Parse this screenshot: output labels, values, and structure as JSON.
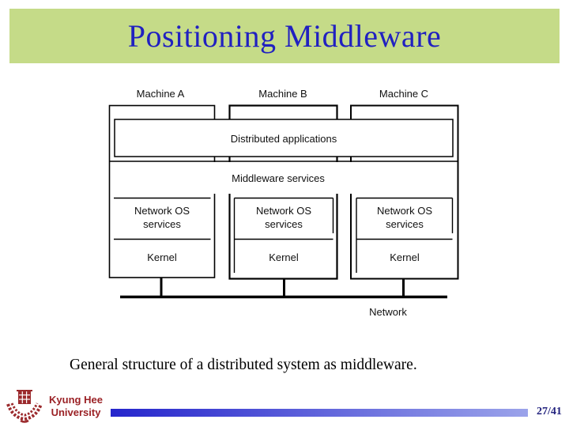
{
  "colors": {
    "band_green": "#c5db88",
    "title_blue": "#2121c0",
    "footer_red": "#9b2226",
    "bar_start": "#2525cc",
    "bar_end": "#9ba3ea",
    "page_navy": "#22227e",
    "diagram_line": "#000000"
  },
  "header": {
    "title": "Positioning Middleware"
  },
  "diagram": {
    "machines": [
      {
        "label": "Machine A"
      },
      {
        "label": "Machine B"
      },
      {
        "label": "Machine C"
      }
    ],
    "layers": {
      "distributed": "Distributed applications",
      "middleware": "Middleware services",
      "nos_line1": "Network OS",
      "nos_line2": "services",
      "kernel": "Kernel"
    },
    "network_label": "Network"
  },
  "caption": "General structure of a distributed system as middleware.",
  "footer": {
    "logo_icon": "university-seal",
    "org_line1": "Kyung Hee",
    "org_line2": "University",
    "page": "27/41"
  }
}
